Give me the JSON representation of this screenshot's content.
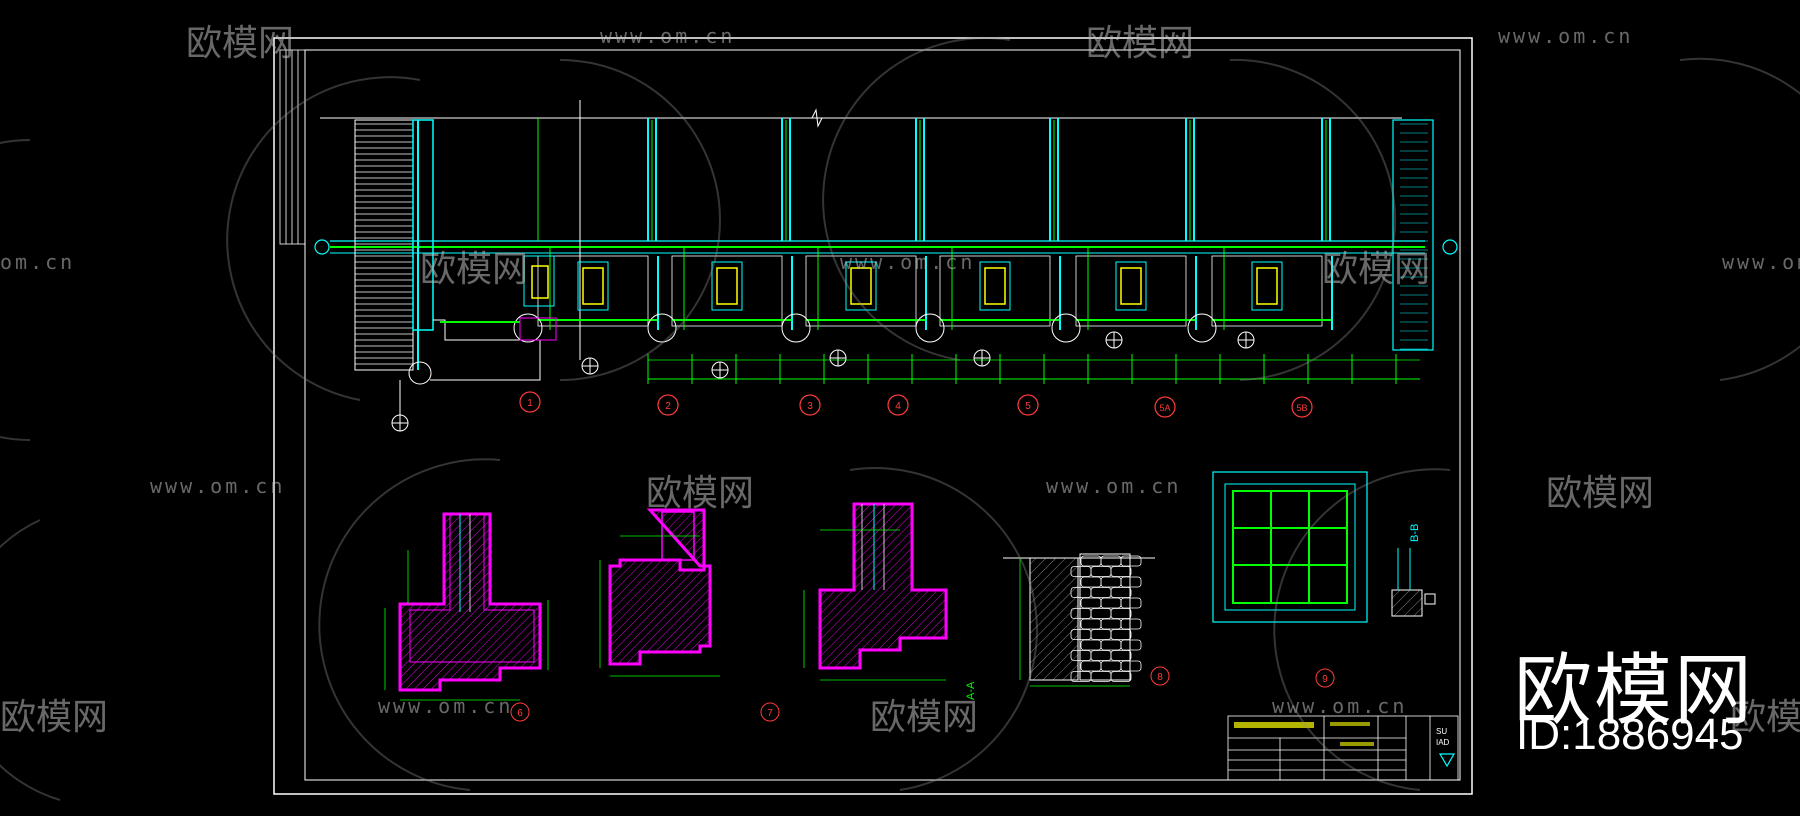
{
  "watermark": {
    "brand": "欧模网",
    "id_label": "ID:1886945",
    "url": "www.om.cn",
    "url_short": "om.cn"
  },
  "drawing": {
    "plan_grid_labels": [
      "1",
      "2",
      "3",
      "4",
      "5",
      "5A",
      "5B"
    ],
    "detail_labels": [
      "6",
      "7",
      "A-A",
      "8",
      "9"
    ],
    "section_label": "B-B",
    "title_block": {
      "logo_text_top": "SU",
      "logo_text_bottom": "IAD"
    }
  },
  "colors": {
    "background": "#000000",
    "frame": "#ffffff",
    "wall": "#00ffff",
    "pipe": "#00ff00",
    "hatch": "#ff00ff",
    "annotation": "#ffff00",
    "grid_bubble": "#ff3b3b"
  }
}
